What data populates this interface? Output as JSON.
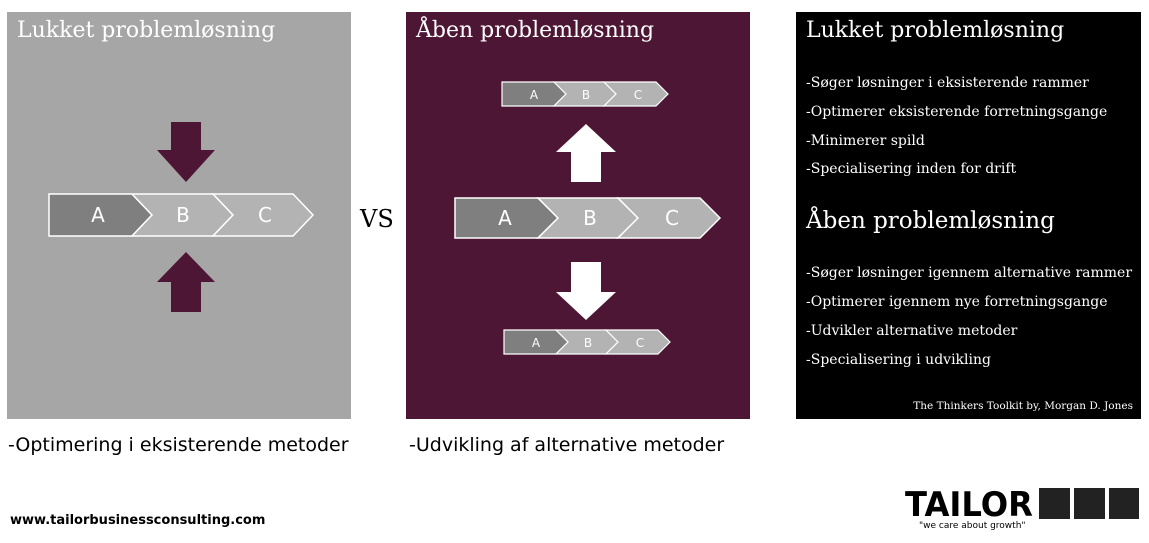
{
  "panel_closed": {
    "title": "Lukket problemløsning",
    "steps": [
      "A",
      "B",
      "C"
    ],
    "caption": "-Optimering i eksisterende metoder"
  },
  "vs_label": "VS",
  "panel_open": {
    "title": "Åben problemløsning",
    "steps": [
      "A",
      "B",
      "C"
    ],
    "caption": "-Udvikling af alternative metoder"
  },
  "summary": {
    "closed_heading": "Lukket problemløsning",
    "closed_items": [
      "-Søger løsninger i eksisterende rammer",
      "-Optimerer eksisterende forretningsgange",
      "-Minimerer spild",
      "-Specialisering inden for drift"
    ],
    "open_heading": "Åben problemløsning",
    "open_items": [
      "-Søger løsninger igennem alternative rammer",
      "-Optimerer  igennem nye forretningsgange",
      "-Udvikler alternative metoder",
      "-Specialisering i udvikling"
    ],
    "credit": "The Thinkers Toolkit by, Morgan D. Jones"
  },
  "footer": {
    "website": "www.tailorbusinessconsulting.com",
    "logo_text": "TAILOR",
    "tagline": "\"we care about growth\""
  },
  "colors": {
    "panel_closed_bg": "#a6a6a6",
    "panel_open_bg": "#4d1634",
    "panel_summary_bg": "#000000",
    "arrow_purple": "#4d1634",
    "chevron_dark": "#7f7f7f",
    "chevron_light": "#b3b3b3"
  }
}
